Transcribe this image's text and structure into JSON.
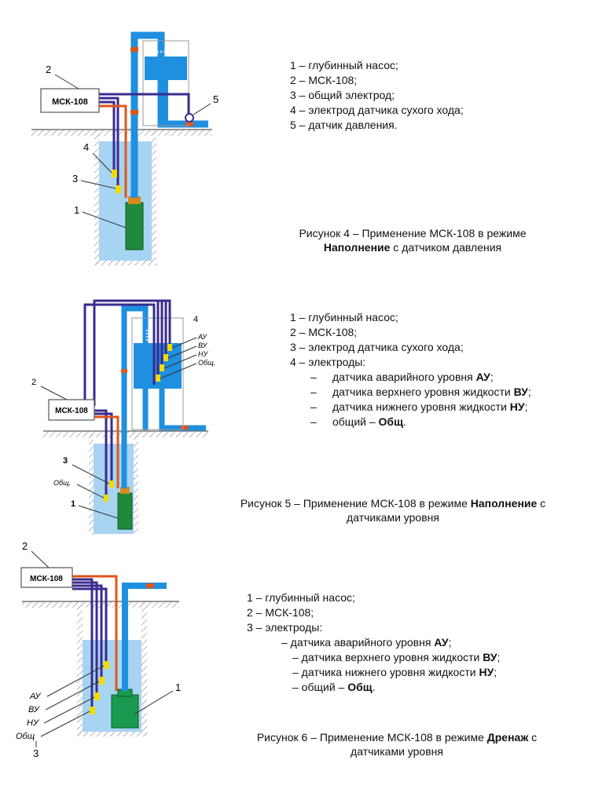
{
  "device_label": "МСК-108",
  "fig4": {
    "callouts": [
      "1",
      "2",
      "3",
      "4",
      "5"
    ],
    "legend": [
      "1 – глубинный насос;",
      "2 – МСК-108;",
      "3 – общий электрод;",
      "4 – электрод датчика сухого хода;",
      "5 – датчик давления."
    ],
    "caption_line1": "Рисунок 4 – Применение МСК-108 в режиме",
    "caption_bold": "Наполнение",
    "caption_rest": " с датчиком давления"
  },
  "fig5": {
    "callouts": [
      "1",
      "2",
      "3",
      "4"
    ],
    "electrode_labels": [
      "АУ",
      "ВУ",
      "НУ",
      "Общ."
    ],
    "common_label": "Общ.",
    "legend_head": [
      "1 – глубинный насос;",
      "2 – МСК-108;",
      "3 – электрод датчика сухого хода;",
      "4 – электроды:"
    ],
    "legend_items": [
      {
        "text": "датчика аварийного уровня ",
        "bold": "АУ",
        "tail": ";"
      },
      {
        "text": "датчика верхнего уровня жидкости ",
        "bold": "ВУ",
        "tail": ";"
      },
      {
        "text": "датчика нижнего уровня жидкости ",
        "bold": "НУ",
        "tail": ";"
      },
      {
        "text": "общий – ",
        "bold": "Общ",
        "tail": "."
      }
    ],
    "dash": "–",
    "caption_line1": "Рисунок 5 – Применение МСК-108 в режиме ",
    "caption_bold": "Наполнение",
    "caption_after": " с",
    "caption_line2": "датчиками уровня"
  },
  "fig6": {
    "callouts": [
      "1",
      "2",
      "3"
    ],
    "electrode_labels": [
      "АУ",
      "ВУ",
      "НУ",
      "Общ"
    ],
    "legend_head": [
      "1 – глубинный насос;",
      "2 – МСК-108;",
      "3 – электроды:"
    ],
    "legend_items": [
      {
        "text": "– датчика аварийного уровня ",
        "bold": "АУ",
        "tail": ";"
      },
      {
        "text": "– датчика верхнего уровня жидкости ",
        "bold": "ВУ",
        "tail": ";"
      },
      {
        "text": "– датчика нижнего уровня жидкости ",
        "bold": "НУ",
        "tail": ";"
      },
      {
        "text": "– общий – ",
        "bold": "Общ",
        "tail": "."
      }
    ],
    "caption_line1": "Рисунок 6 – Применение МСК-108 в режиме ",
    "caption_bold": "Дренаж",
    "caption_after": " с",
    "caption_line2": "датчиками уровня"
  },
  "colors": {
    "water": "#a7d4f3",
    "pipe": "#1f8fe0",
    "tank": "#1f8fe0",
    "pump": "#1f8a3c",
    "pump_fig6": "#1a9a50",
    "wire_purple": "#3b2b8f",
    "wire_orange": "#e0561a",
    "electrode": "#f0dc00",
    "ground": "#888888"
  }
}
